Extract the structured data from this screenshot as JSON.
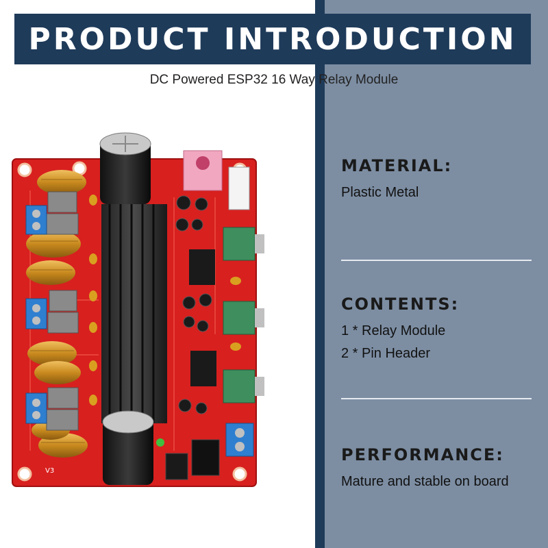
{
  "banner": {
    "title": "PRODUCT INTRODUCTION"
  },
  "subtitle": "DC Powered ESP32 16 Way Relay Module",
  "sections": {
    "material": {
      "heading": "MATERIAL:",
      "text": "Plastic Metal"
    },
    "contents": {
      "heading": "CONTENTS:",
      "items": [
        "1 * Relay Module",
        "2 * Pin Header"
      ]
    },
    "performance": {
      "heading": "PERFORMANCE:",
      "text": "Mature and stable on board"
    }
  },
  "board_labels": {
    "cap_large": "",
    "mark_v3": "V3"
  },
  "colors": {
    "banner": "#1f3b5a",
    "right_panel": "#7d8ea3",
    "pcb": "#d8201f",
    "coil": "#d49a2a",
    "terminal": "#2f7fd0",
    "pot": "#3f8e5e"
  }
}
